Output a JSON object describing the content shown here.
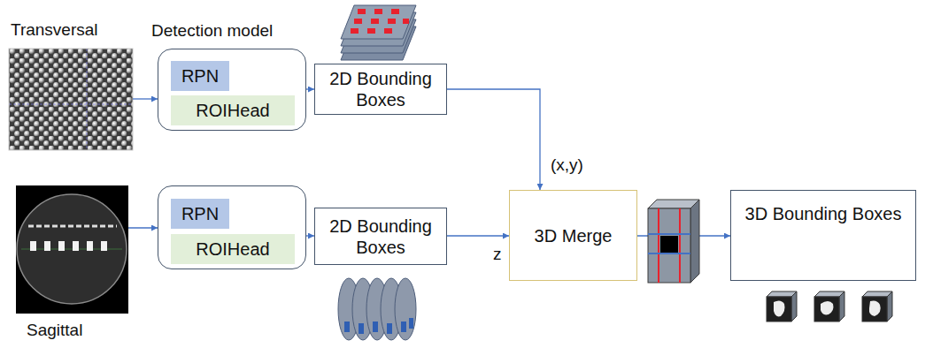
{
  "diagram": {
    "nodes": [
      {
        "text": [
          "Transversal"
        ]
      },
      {
        "text": [
          "Detection model"
        ]
      },
      {
        "text": [
          "RPN"
        ],
        "in": 1
      },
      {
        "text": [
          "ROIHead"
        ],
        "in": 1
      },
      {
        "text": [
          "2D Bounding Boxes"
        ]
      },
      {
        "text": [
          "Sagittal"
        ]
      },
      {
        "text": []
      },
      {
        "text": [
          "RPN"
        ],
        "in": 6
      },
      {
        "text": [
          "ROIHead"
        ],
        "in": 6
      },
      {
        "text": [
          "2D Bounding Boxes"
        ]
      },
      {
        "text": [
          "3D Merge"
        ]
      },
      {
        "text": [
          "3D Bounding Boxes"
        ]
      }
    ],
    "edges": [
      {
        "from": 0,
        "to": 1,
        "arrow": "to"
      },
      {
        "from": 1,
        "to": 4,
        "arrow": "to"
      },
      {
        "from": 4,
        "to": 10,
        "arrow": "to",
        "label": "(x,y)"
      },
      {
        "from": 5,
        "to": 6,
        "arrow": "to"
      },
      {
        "from": 6,
        "to": 9,
        "arrow": "to"
      },
      {
        "from": 9,
        "to": 10,
        "arrow": "to",
        "label": "z"
      },
      {
        "from": 10,
        "to": 11,
        "arrow": "to"
      }
    ]
  }
}
